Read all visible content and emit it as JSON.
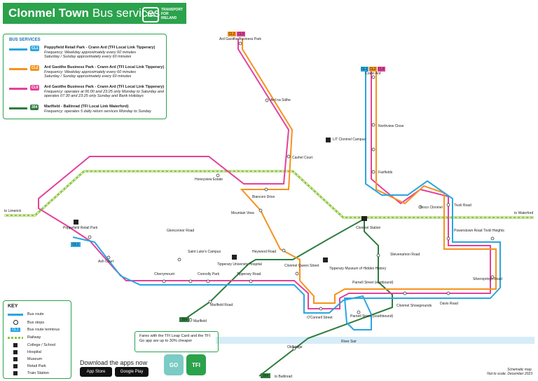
{
  "header": {
    "title_bold": "Clonmel Town",
    "title_rest": "Bus services",
    "logo_text": "TFI",
    "logo_sub": [
      "TRANSPORT",
      "FOR",
      "IRELAND"
    ]
  },
  "services": {
    "heading": "BUS SERVICES",
    "routes": [
      {
        "badge": "CL1",
        "color": "#2aa6df",
        "name": "Poppyfield Retail Park - Crann Ard (TFI Local Link Tipperary)",
        "freq1": "Frequency: Weekday approximately every 60 minutes",
        "freq2": "Saturday / Sunday approximately every 60 minutes"
      },
      {
        "badge": "CL2",
        "color": "#f5921e",
        "name": "Ard Gaoithe Business Park - Crann Ard (TFI Local Link Tipperary)",
        "freq1": "Frequency: Weekday approximately every 60 minutes",
        "freq2": "Saturday / Sunday approximately every 60 minutes"
      },
      {
        "badge": "CL9",
        "color": "#e4419b",
        "name": "Ard Gaoithe Business Park - Crann Ard (TFI Local Link Tipperary)",
        "freq1": "Frequency: operates at 06:00 and 23:25 only Monday to Saturday and",
        "freq2": "operates 07:30 and 23:25 only Sunday and Bank Holidays"
      },
      {
        "badge": "354",
        "color": "#2e7d3e",
        "name": "Marlfield - Ballinrad (TFI Local Link Waterford)",
        "freq1": "Frequency: operates 5 daily return services Monday to Sunday",
        "freq2": ""
      }
    ]
  },
  "key": {
    "heading": "KEY",
    "items": [
      "Bus route",
      "Bus stops",
      "Bus route terminus",
      "Railway",
      "College / School",
      "Hospital",
      "Museum",
      "Retail Park",
      "Train Station"
    ],
    "terminus_badge": "CL1"
  },
  "fares": "Fares with the TFI Leap Card and the TFI Go app are up to 30% cheaper",
  "apps": {
    "heading": "Download the apps now",
    "appstore": "App Store",
    "googleplay": "Google Play",
    "go_label": "GO",
    "tfi_label": "TFI"
  },
  "footnote": [
    "Schematic map.",
    "Not to scale. December 2023"
  ],
  "map": {
    "places": {
      "ard_gaoithe": "Ard Gaoithe Business Park",
      "ard_na_sidhe": "Ard na Sidhe",
      "cashel_court": "Cashel Court",
      "lit": "LIT Clonmel Campus",
      "honeyview": "Honeyview Estate",
      "bianconi": "Bianconi Drive",
      "mountain_view": "Mountain View",
      "heywood": "Heywood Road",
      "crann_ard": "Crann Ard",
      "northview": "Northview Close",
      "fairfields": "Fairfields",
      "tesco": "Tesco Clonmel",
      "tivoli_road": "Tivoli Road",
      "powerstown": "Powerstown Road",
      "tivoli_heights": "Tivoli Heights",
      "silversprings": "Silversprings Road",
      "davis": "Davis Road",
      "to_limerick": "to Limerick",
      "to_waterford": "to Waterford",
      "poppyfield": "Poppyfield Retail Park",
      "glenconnor": "Glenconnor Road",
      "saint_lukes": "Saint Luke's Campus",
      "tipp_hospital": "Tipperary University Hospital",
      "ash_court": "Ash Court",
      "cherrymount": "Cherrymount",
      "connolly": "Connolly Park",
      "tipperary_road": "Tipperary Road",
      "clonmel_queen": "Clonmel Queen Street",
      "clonmel_station": "Clonmel Station",
      "slievenamon": "Slievenamon Road",
      "museum": "Tipperary Museum of Hidden History",
      "parnell_east": "Parnell Street (eastbound)",
      "parnell_south": "Parnell Street (southbound)",
      "showgrounds": "Clonmel Showgrounds",
      "oconnell": "O'Connell Street",
      "marlfield_road": "Marlfield Road",
      "marlfield": "Marlfield",
      "river": "River Suir",
      "oldbridge": "Oldbridge",
      "to_ballinrad": "to Ballinrad"
    },
    "badges": {
      "b354": "354",
      "cl1": "CL1",
      "cl2": "CL2",
      "cl9": "CL9"
    }
  },
  "colors": {
    "cl1": "#2aa6df",
    "cl2": "#f5921e",
    "cl9": "#e4419b",
    "b354": "#2e7d3e",
    "railway": "#8cc63f",
    "brand": "#2ba24c",
    "river": "#d6ecf8"
  }
}
